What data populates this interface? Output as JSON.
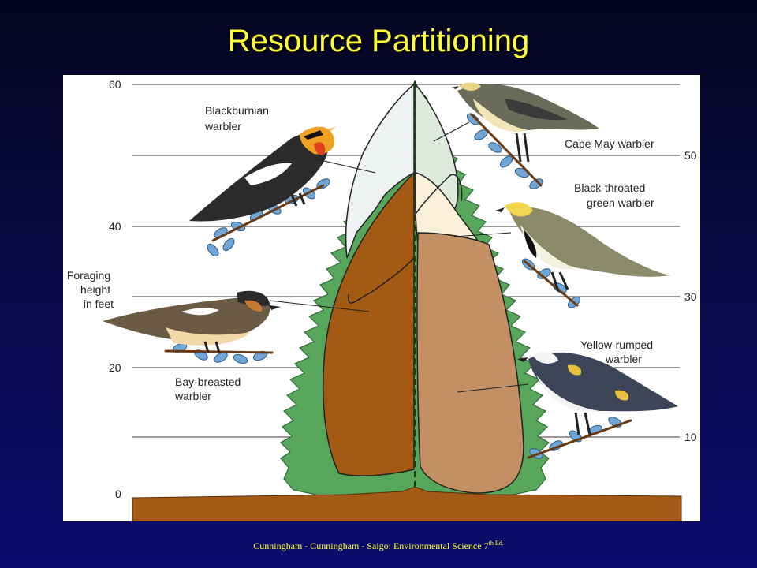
{
  "title": "Resource Partitioning",
  "footer": {
    "text": "Cunningham - Cunningham - Saigo: Environmental Science 7",
    "sup": "th Ed."
  },
  "axis": {
    "label_lines": [
      "Foraging",
      "height",
      "in feet"
    ],
    "left_ticks": [
      "60",
      "40",
      "20",
      "0"
    ],
    "right_ticks": [
      "50",
      "30",
      "10"
    ]
  },
  "species": {
    "blackburnian": [
      "Blackburnian",
      "warbler"
    ],
    "cape_may": [
      "Cape May warbler"
    ],
    "black_throated": [
      "Black-throated",
      "green warbler"
    ],
    "bay_breasted": [
      "Bay-breasted",
      "warbler"
    ],
    "yellow_rumped": [
      "Yellow-rumped",
      "warbler"
    ]
  },
  "colors": {
    "slide_title": "#ffff33",
    "tree_green": "#58a55c",
    "ground": "#a35a16",
    "blackburnian_zone": "#eef2f2",
    "cape_may_zone": "#dcebdc",
    "bay_breasted_zone": "#a35a12",
    "black_throated_zone": "#fbf0d8",
    "yellow_rumped_zone": "#c48f62",
    "foliage": "#6fa6d6"
  }
}
